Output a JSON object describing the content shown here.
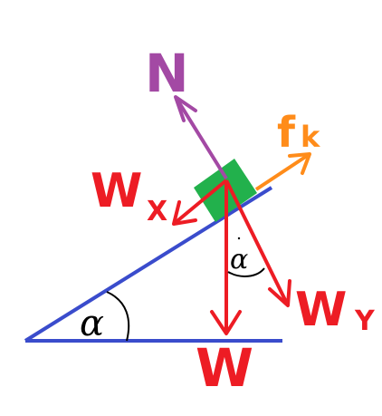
{
  "labels": {
    "normal": "N",
    "friction_main": "f",
    "friction_sub": "k",
    "wx_main": "W",
    "wx_sub": "X",
    "wy_main": "W",
    "wy_sub": "Y",
    "weight": "W",
    "angle_base": "α",
    "angle_forces": "α"
  },
  "colors": {
    "incline": "#3a4ccc",
    "block": "#22b14c",
    "normal": "#a349a4",
    "friction": "#ff8c1a",
    "weight": "#ed1c24",
    "angle_mark": "#000000"
  }
}
